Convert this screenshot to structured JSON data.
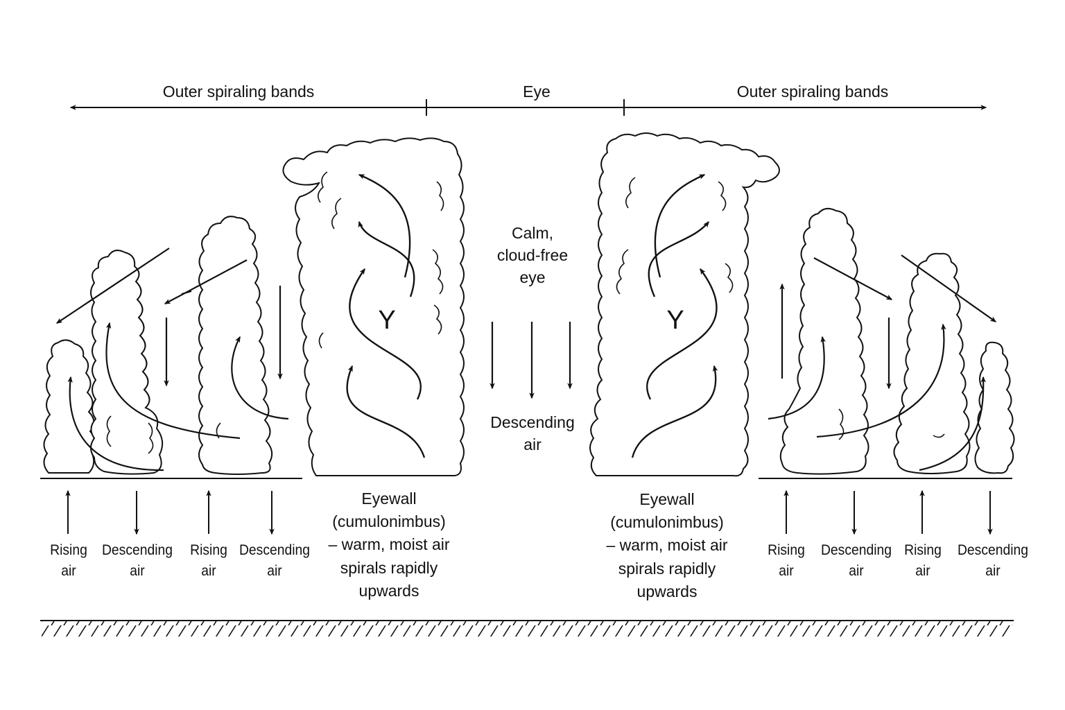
{
  "headers": {
    "left_bands": "Outer spiraling bands",
    "eye": "Eye",
    "right_bands": "Outer spiraling bands"
  },
  "eye": {
    "line1": "Calm,",
    "line2": "cloud-free",
    "line3": "eye",
    "descending1": "Descending",
    "descending2": "air"
  },
  "eyewall": {
    "symbol": "Y",
    "line1": "Eyewall",
    "line2": "(cumulonimbus)",
    "line3": "– warm, moist air",
    "line4": "spirals rapidly",
    "line5": "upwards"
  },
  "bands": {
    "rising1": "Rising",
    "rising2": "air",
    "descending1": "Descending",
    "descending2": "air"
  }
}
